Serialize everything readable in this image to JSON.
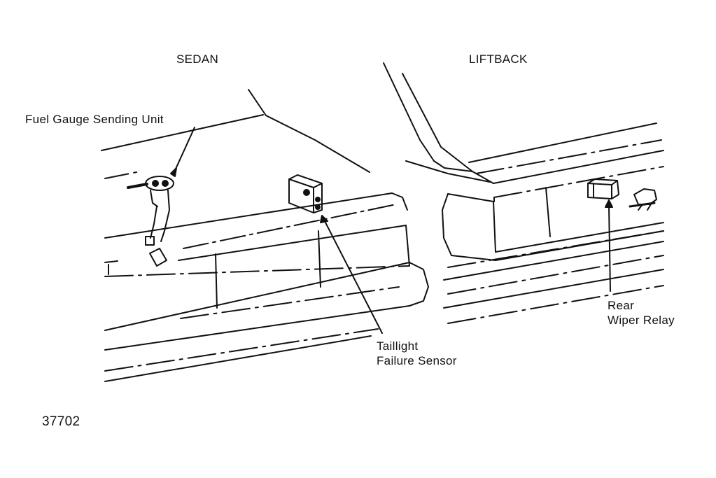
{
  "labels": {
    "sedan": "SEDAN",
    "liftback": "LIFTBACK",
    "fuel_gauge": "Fuel Gauge Sending Unit",
    "taillight_line1": "Taillight",
    "taillight_line2": "Failure Sensor",
    "wiper_line1": "Rear",
    "wiper_line2": "Wiper Relay",
    "figure_number": "37702"
  },
  "colors": {
    "ink": "#111111",
    "background": "#ffffff"
  }
}
